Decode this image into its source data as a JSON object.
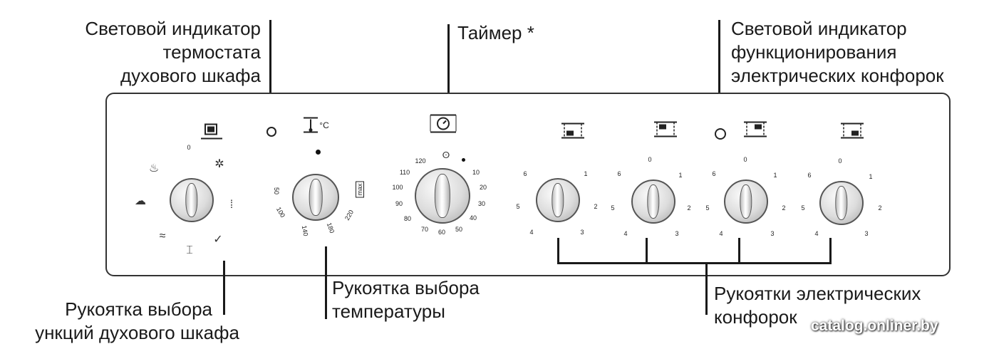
{
  "labels": {
    "thermostat_light": [
      "Световой индикатор",
      "термостата",
      "духового шкафа"
    ],
    "timer": "Таймер *",
    "hotplate_light": [
      "Световой индикатор",
      "функционирования",
      "электрических конфорок"
    ],
    "function_knob": [
      "Рукоятка выбора",
      "ункций духового шкафа"
    ],
    "temperature_knob": [
      "Рукоятка выбора",
      "температуры"
    ],
    "hotplate_knobs": [
      "Рукоятки электрических",
      "конфорок"
    ]
  },
  "watermark": "catalog.onliner.by",
  "temperature_scale": {
    "unit_symbol": "°C",
    "marks": [
      "50",
      "100",
      "140",
      "180",
      "220",
      "max"
    ]
  },
  "timer_scale": [
    "120",
    "110",
    "100",
    "90",
    "80",
    "70",
    "60",
    "50",
    "40",
    "30",
    "20",
    "10"
  ],
  "function_scale": {
    "zero": "0"
  },
  "hotplate_scale": {
    "zero": "0",
    "positions": [
      "1",
      "2",
      "3",
      "4",
      "5",
      "6"
    ]
  },
  "icons": {
    "function_top": "oven-icon",
    "temperature": "thermometer-icon",
    "timer": "clock-icon",
    "hotplates": [
      "hotplate-front-left-icon",
      "hotplate-rear-left-icon",
      "hotplate-rear-right-icon",
      "hotplate-front-right-icon"
    ]
  }
}
